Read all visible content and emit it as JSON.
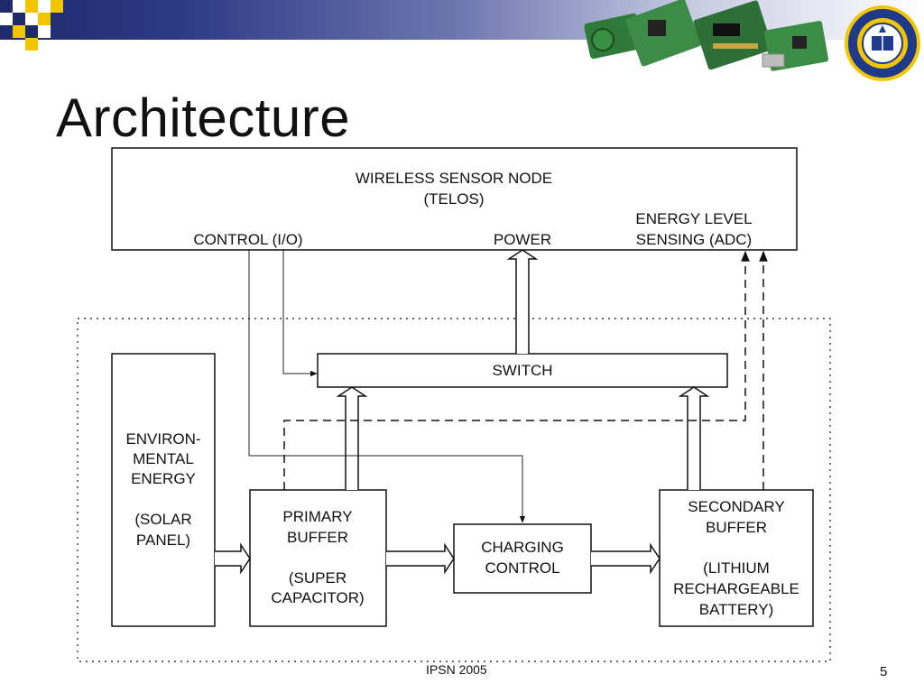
{
  "slide": {
    "title": "Architecture",
    "footer": "IPSN 2005",
    "page_number": "5"
  },
  "decoration": {
    "header_icon": "checker-pattern-icon",
    "photo_icon": "sensor-boards-photo",
    "seal_icon": "university-seal-icon",
    "colors": {
      "navy": "#1f2a6b",
      "gold": "#f2c500",
      "seal_blue": "#1f3a8a"
    }
  },
  "diagram": {
    "node": {
      "line1": "WIRELESS SENSOR NODE",
      "line2": "(TELOS)"
    },
    "control_label": "CONTROL (I/O)",
    "power_label": "POWER",
    "energy_label": {
      "line1": "ENERGY LEVEL",
      "line2": "SENSING (ADC)"
    },
    "switch_label": "SWITCH",
    "env": {
      "line1": "ENVIRON-",
      "line2": "MENTAL",
      "line3": "ENERGY",
      "line4": "(SOLAR",
      "line5": "PANEL)"
    },
    "primary": {
      "line1": "PRIMARY",
      "line2": "BUFFER",
      "line3": "(SUPER",
      "line4": "CAPACITOR)"
    },
    "charging": {
      "line1": "CHARGING",
      "line2": "CONTROL"
    },
    "secondary": {
      "line1": "SECONDARY",
      "line2": "BUFFER",
      "line3": "(LITHIUM",
      "line4": "RECHARGEABLE",
      "line5": "BATTERY)"
    }
  }
}
